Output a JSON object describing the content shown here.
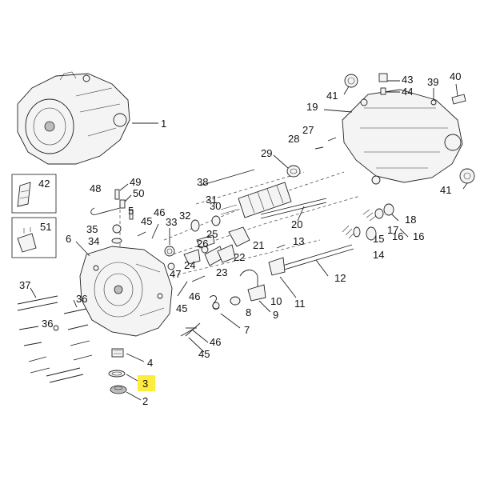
{
  "diagram": {
    "highlight_color": "#ffeb3b",
    "highlighted_callout": "3",
    "callouts": {
      "c1": "1",
      "c2": "2",
      "c3": "3",
      "c4": "4",
      "c5": "5",
      "c6": "6",
      "c7": "7",
      "c8": "8",
      "c9": "9",
      "c10": "10",
      "c11": "11",
      "c12": "12",
      "c13": "13",
      "c14": "14",
      "c15": "15",
      "c16a": "16",
      "c16b": "16",
      "c17": "17",
      "c18": "18",
      "c19": "19",
      "c20": "20",
      "c21": "21",
      "c22": "22",
      "c23": "23",
      "c24": "24",
      "c25": "25",
      "c26": "26",
      "c27": "27",
      "c28": "28",
      "c29": "29",
      "c30": "30",
      "c31": "31",
      "c32": "32",
      "c33": "33",
      "c34": "34",
      "c35": "35",
      "c36": "36",
      "c37": "37",
      "c38": "38",
      "c39": "39",
      "c40": "40",
      "c41a": "41",
      "c41b": "41",
      "c42": "42",
      "c43": "43",
      "c44": "44",
      "c45a": "45",
      "c45b": "45",
      "c45c": "45",
      "c46a": "46",
      "c46b": "46",
      "c46c": "46",
      "c47": "47",
      "c48": "48",
      "c49": "49",
      "c50": "50",
      "c51": "51"
    }
  }
}
